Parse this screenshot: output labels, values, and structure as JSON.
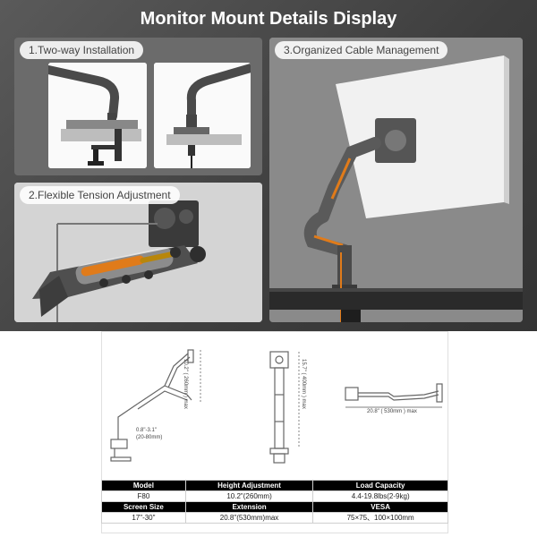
{
  "headline": "Monitor Mount Details Display",
  "panels": {
    "install": {
      "caption": "1.Two-way Installation"
    },
    "tension": {
      "caption": "2.Flexible Tension Adjustment"
    },
    "cable": {
      "caption": "3.Organized Cable Management"
    }
  },
  "dimensions": {
    "height_label": "10.2\" ( 260mm ) max",
    "vertical_label": "15.7\" ( 400mm ) max",
    "clamp_label_1": "0.8\"-3.1\"",
    "clamp_label_2": "(20-80mm)",
    "extension_label": "20.8\" ( 530mm ) max"
  },
  "specs": {
    "row1_headers": [
      "Model",
      "Height Adjustment",
      "Load Capacity"
    ],
    "row1_values": [
      "F80",
      "10.2\"(260mm)",
      "4.4-19.8lbs(2-9kg)"
    ],
    "row2_headers": [
      "Screen Size",
      "Extension",
      "VESA"
    ],
    "row2_values": [
      "17\"-30\"",
      "20.8\"(530mm)max",
      "75×75、100×100mm"
    ]
  },
  "colors": {
    "accent_orange": "#e07b1a",
    "arm_gray": "#5c5c5c",
    "header_black": "#000000"
  }
}
